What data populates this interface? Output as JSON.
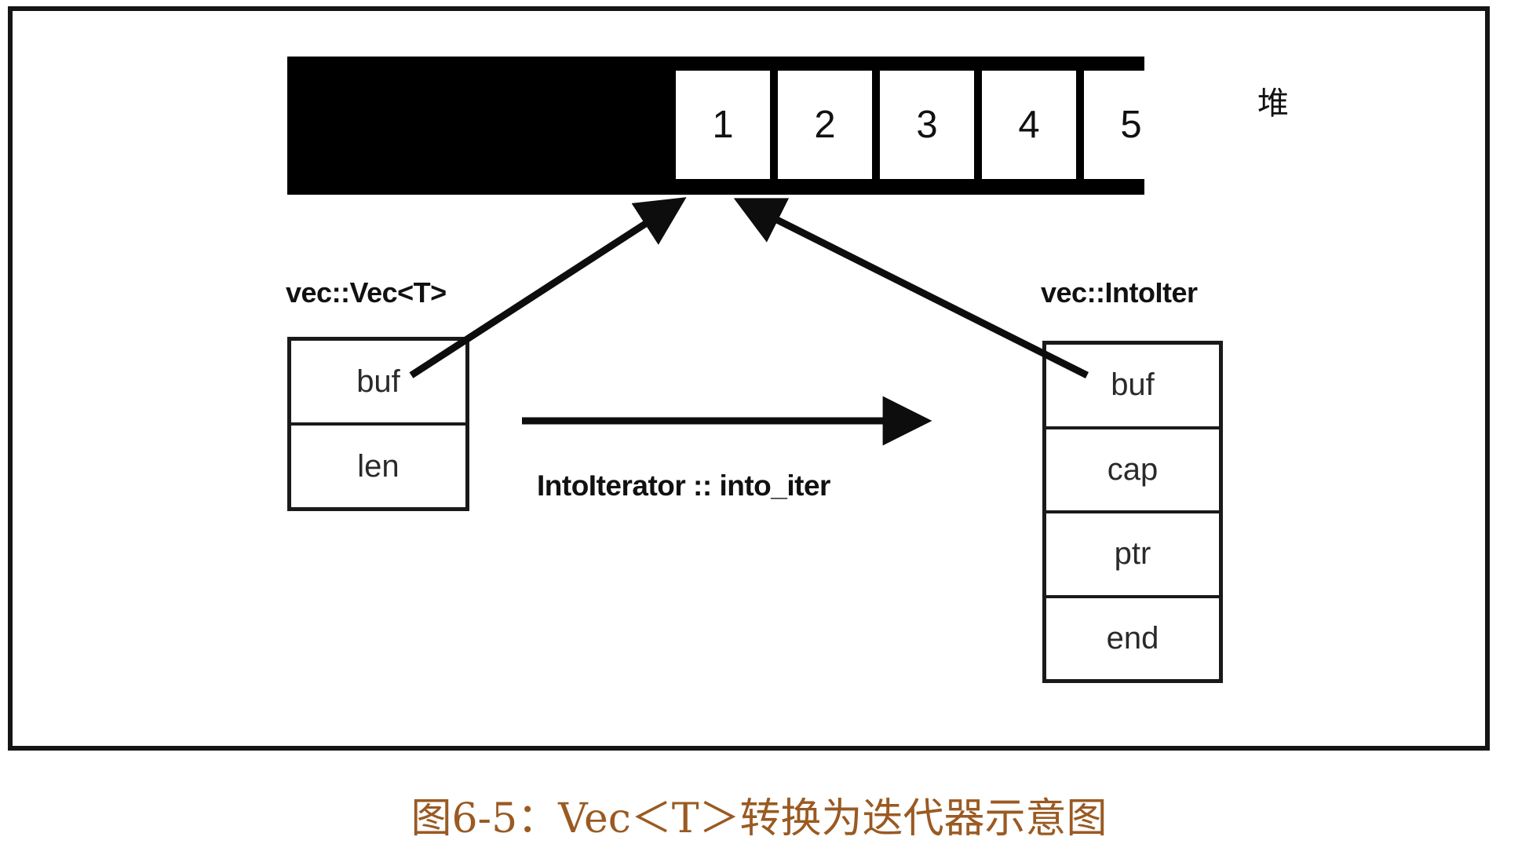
{
  "figure": {
    "caption": "图6-5：Vec＜T＞转换为迭代器示意图",
    "caption_color": "#9a5a22",
    "frame_color": "#151515"
  },
  "heap": {
    "label": "堆",
    "bar_color": "#000000",
    "cells": [
      {
        "value": "1"
      },
      {
        "value": "2"
      },
      {
        "value": "3"
      },
      {
        "value": "4"
      },
      {
        "value": "5"
      }
    ]
  },
  "structs": {
    "vec": {
      "title": "vec::Vec<T>",
      "fields": [
        {
          "name": "buf"
        },
        {
          "name": "len"
        }
      ]
    },
    "into_iter": {
      "title": "vec::IntoIter",
      "fields": [
        {
          "name": "buf"
        },
        {
          "name": "cap"
        },
        {
          "name": "ptr"
        },
        {
          "name": "end"
        }
      ]
    }
  },
  "transform": {
    "label": "IntoIterator :: into_iter"
  },
  "chart_data": {
    "type": "diagram",
    "title": "图6-5：Vec＜T＞转换为迭代器示意图",
    "nodes": [
      {
        "id": "heap",
        "label": "堆",
        "kind": "memory-bar",
        "cells": [
          "1",
          "2",
          "3",
          "4",
          "5"
        ]
      },
      {
        "id": "vec",
        "label": "vec::Vec<T>",
        "kind": "struct",
        "fields": [
          "buf",
          "len"
        ]
      },
      {
        "id": "intoiter",
        "label": "vec::IntoIter",
        "kind": "struct",
        "fields": [
          "buf",
          "cap",
          "ptr",
          "end"
        ]
      }
    ],
    "edges": [
      {
        "from": "vec.buf",
        "to": "heap.cell1",
        "label": ""
      },
      {
        "from": "intoiter.buf",
        "to": "heap.cell1",
        "label": ""
      },
      {
        "from": "vec",
        "to": "intoiter",
        "label": "IntoIterator :: into_iter"
      }
    ]
  }
}
